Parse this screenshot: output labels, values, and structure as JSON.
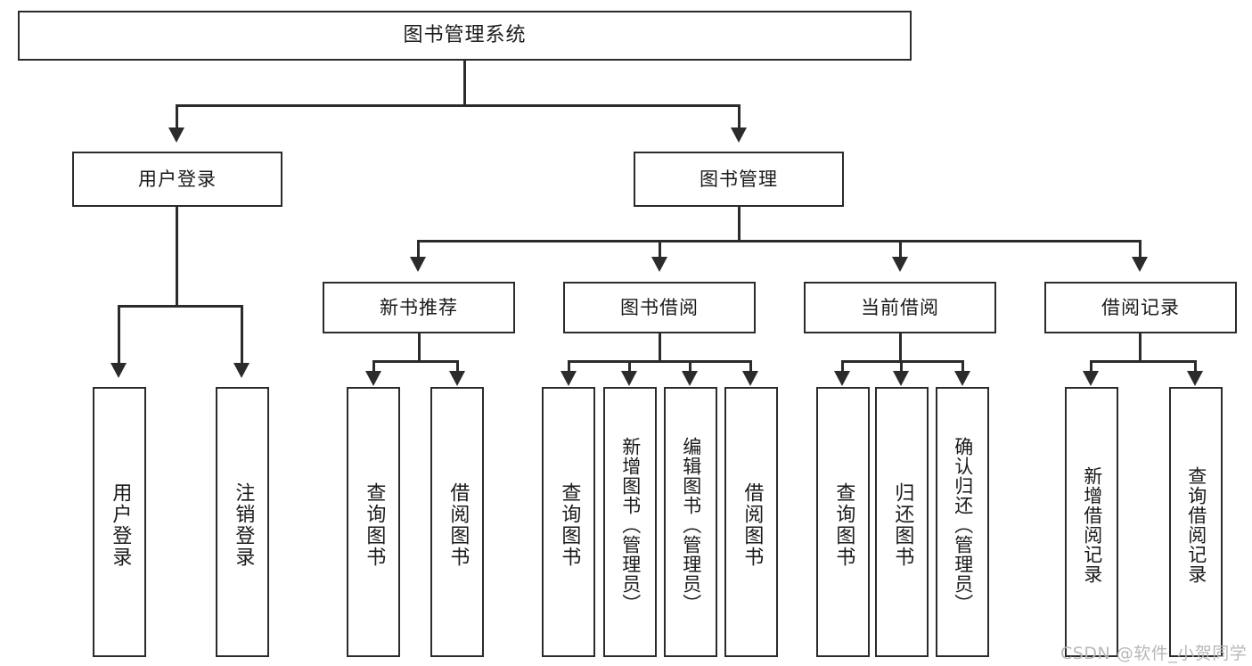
{
  "diagram": {
    "title": "图书管理系统",
    "type": "hierarchy-tree",
    "background_color": "#ffffff",
    "line_color": "#2b2b2b",
    "text_color": "#1a1a1a"
  },
  "root": {
    "label": "图书管理系统"
  },
  "level2": [
    {
      "id": "user-login",
      "label": "用户登录"
    },
    {
      "id": "book-management",
      "label": "图书管理"
    }
  ],
  "level3": [
    {
      "id": "new-book-recommend",
      "label": "新书推荐"
    },
    {
      "id": "book-borrow",
      "label": "图书借阅"
    },
    {
      "id": "current-borrow",
      "label": "当前借阅"
    },
    {
      "id": "borrow-record",
      "label": "借阅记录"
    }
  ],
  "leaves": {
    "user_login": [
      {
        "id": "leaf-user-login",
        "label": "用户登录"
      },
      {
        "id": "leaf-logout-login",
        "label": "注销登录"
      }
    ],
    "new_book_recommend": [
      {
        "id": "leaf-query-book-1",
        "label": "查询图书"
      },
      {
        "id": "leaf-borrow-book-1",
        "label": "借阅图书"
      }
    ],
    "book_borrow": [
      {
        "id": "leaf-query-book-2",
        "label": "查询图书"
      },
      {
        "id": "leaf-add-book",
        "label": "新增图书（管理员）"
      },
      {
        "id": "leaf-edit-book",
        "label": "编辑图书（管理员）"
      },
      {
        "id": "leaf-borrow-book-2",
        "label": "借阅图书"
      }
    ],
    "current_borrow": [
      {
        "id": "leaf-query-book-3",
        "label": "查询图书"
      },
      {
        "id": "leaf-return-book",
        "label": "归还图书"
      },
      {
        "id": "leaf-confirm-return",
        "label": "确认归还（管理员）"
      }
    ],
    "borrow_record": [
      {
        "id": "leaf-add-record",
        "label": "新增借阅记录"
      },
      {
        "id": "leaf-query-record",
        "label": "查询借阅记录"
      }
    ]
  },
  "watermark": {
    "text": "CSDN @软件_小贺同学"
  }
}
